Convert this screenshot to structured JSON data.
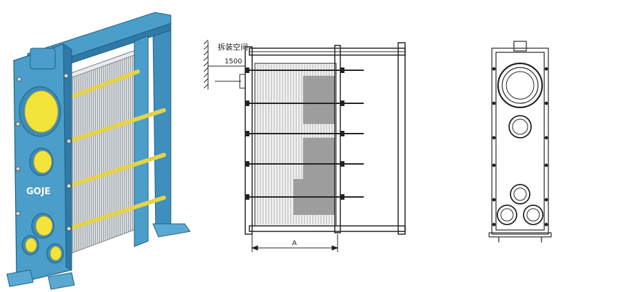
{
  "brand": {
    "logo_text": "GOJE"
  },
  "drawing": {
    "clearance_label": "拆装空间",
    "clearance_value": "1500",
    "width_dim_label": "A"
  },
  "colors": {
    "frame_blue": "#4a9ec9",
    "frame_blue_dark": "#2f7aa6",
    "port_yellow": "#f2e43a",
    "bolt_yellow": "#e6d24a",
    "plate_grey": "#c9cdd0",
    "line": "#222222"
  }
}
